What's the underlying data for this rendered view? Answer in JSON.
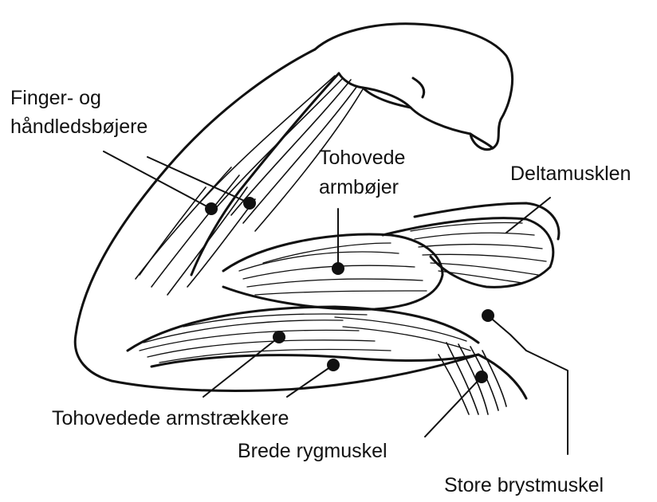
{
  "diagram": {
    "labels": {
      "finger_line1": "Finger- og",
      "finger_line2": "håndledsbøjere",
      "biceps_line1": "Tohovede",
      "biceps_line2": "armbøjer",
      "deltoid": "Deltamusklen",
      "triceps": "Tohovedede armstrækkere",
      "latissimus": "Brede rygmuskel",
      "pectoralis": "Store brystmuskel"
    },
    "colors": {
      "ink": "#111111",
      "background": "#ffffff"
    }
  }
}
